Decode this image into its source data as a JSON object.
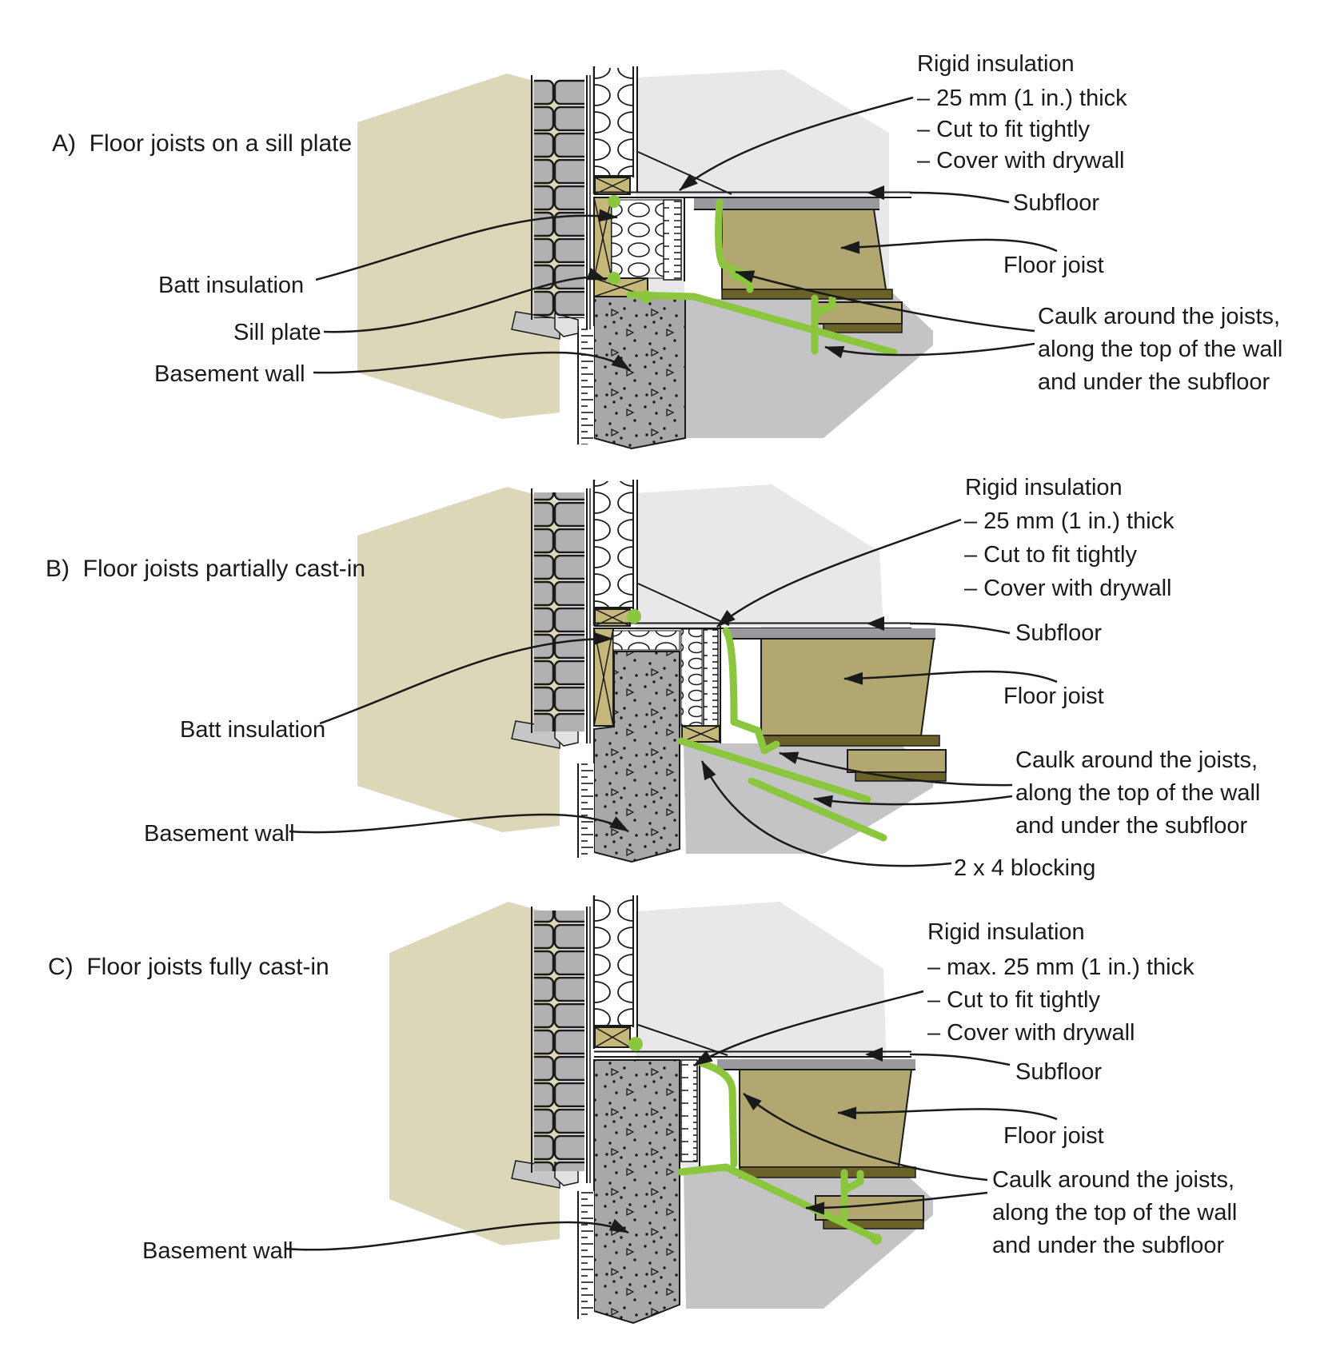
{
  "figure": {
    "panels": [
      {
        "id": "A",
        "title": "A)  Floor joists on a sill plate",
        "left_labels": {
          "batt_insulation": "Batt insulation",
          "sill_plate": "Sill plate",
          "basement_wall": "Basement wall"
        },
        "rigid_insulation": {
          "title": "Rigid insulation",
          "points": [
            "– 25 mm (1 in.) thick",
            "– Cut to fit tightly",
            "– Cover with drywall"
          ]
        },
        "subfloor": "Subfloor",
        "floor_joist": "Floor joist",
        "caulk_note": [
          "Caulk around the joists,",
          "along the top of the wall",
          "and under the subfloor"
        ]
      },
      {
        "id": "B",
        "title": "B)  Floor joists partially cast-in",
        "left_labels": {
          "batt_insulation": "Batt insulation",
          "basement_wall": "Basement wall"
        },
        "rigid_insulation": {
          "title": "Rigid insulation",
          "points": [
            "– 25 mm (1 in.) thick",
            "– Cut to fit tightly",
            "– Cover with drywall"
          ]
        },
        "subfloor": "Subfloor",
        "floor_joist": "Floor joist",
        "caulk_note": [
          "Caulk around the joists,",
          "along the top of the wall",
          "and under the subfloor"
        ],
        "blocking": "2 x 4 blocking"
      },
      {
        "id": "C",
        "title": "C)  Floor joists fully cast-in",
        "left_labels": {
          "basement_wall": "Basement wall"
        },
        "rigid_insulation": {
          "title": "Rigid insulation",
          "points": [
            "– max. 25 mm (1 in.) thick",
            "– Cut to fit tightly",
            "– Cover with drywall"
          ]
        },
        "subfloor": "Subfloor",
        "floor_joist": "Floor joist",
        "caulk_note": [
          "Caulk around the joists,",
          "along the top of the wall",
          "and under the subfloor"
        ]
      }
    ],
    "colors": {
      "caulk_green": "#8cc63e",
      "wood_light": "#c6b87b",
      "joist": "#b3a771",
      "joist_dark": "#6a6228",
      "concrete": "#a8a8aa",
      "brick": "#b1b1b3",
      "exterior_beige": "#dcd7b8",
      "interior_light": "#e8e8ea",
      "interior_dark": "#c4c4c7",
      "subfloor_gray": "#9a9a9e",
      "line": "#1a1a1a"
    }
  }
}
